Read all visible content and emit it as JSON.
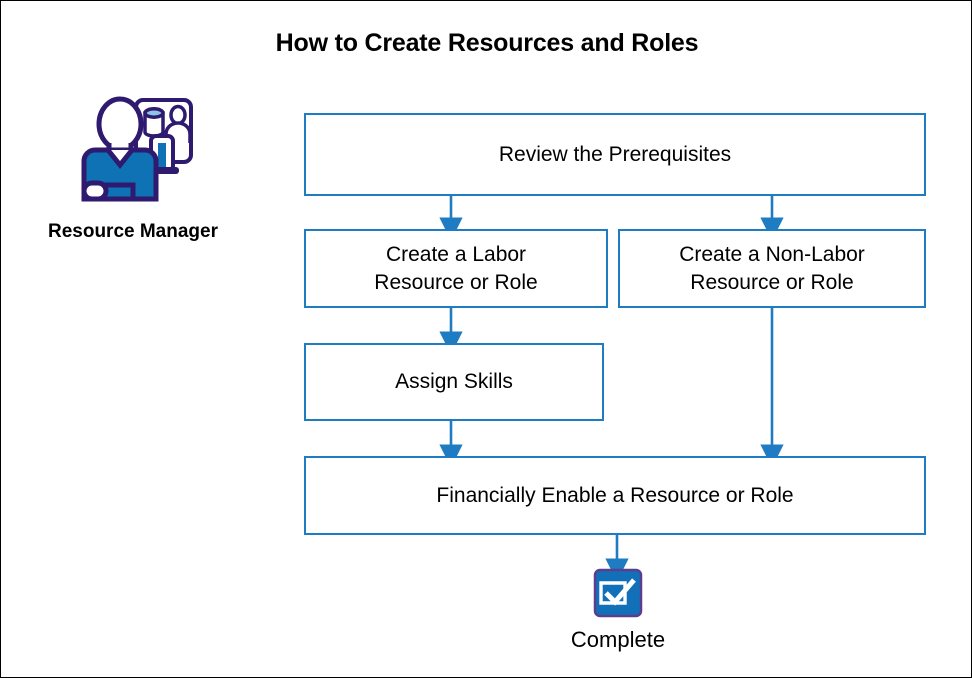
{
  "page": {
    "title": "How to Create Resources and Roles",
    "border_color": "#000000",
    "background": "#ffffff"
  },
  "actor": {
    "label": "Resource Manager",
    "icon": "resource-manager-icon",
    "outline_color": "#2E1A6E",
    "fill_color": "#0F72B5"
  },
  "flow": {
    "accent_color": "#1F7CC3",
    "nodes": [
      {
        "id": "review",
        "label": "Review the Prerequisites"
      },
      {
        "id": "labor",
        "label": "Create a Labor\nResource or Role",
        "line1": "Create a Labor",
        "line2": "Resource or Role"
      },
      {
        "id": "nonlabor",
        "label": "Create a Non-Labor\nResource or Role",
        "line1": "Create a Non-Labor",
        "line2": "Resource or Role"
      },
      {
        "id": "skills",
        "label": "Assign Skills"
      },
      {
        "id": "financial",
        "label": "Financially Enable a Resource or Role"
      }
    ],
    "terminator": {
      "label": "Complete",
      "icon": "checkbox-complete-icon",
      "icon_fill": "#1170B8",
      "icon_outline": "#5B3E8E"
    },
    "edges": [
      {
        "from": "review",
        "to": "labor"
      },
      {
        "from": "review",
        "to": "nonlabor"
      },
      {
        "from": "labor",
        "to": "skills"
      },
      {
        "from": "nonlabor",
        "to": "financial"
      },
      {
        "from": "skills",
        "to": "financial"
      },
      {
        "from": "financial",
        "to": "complete"
      }
    ]
  }
}
